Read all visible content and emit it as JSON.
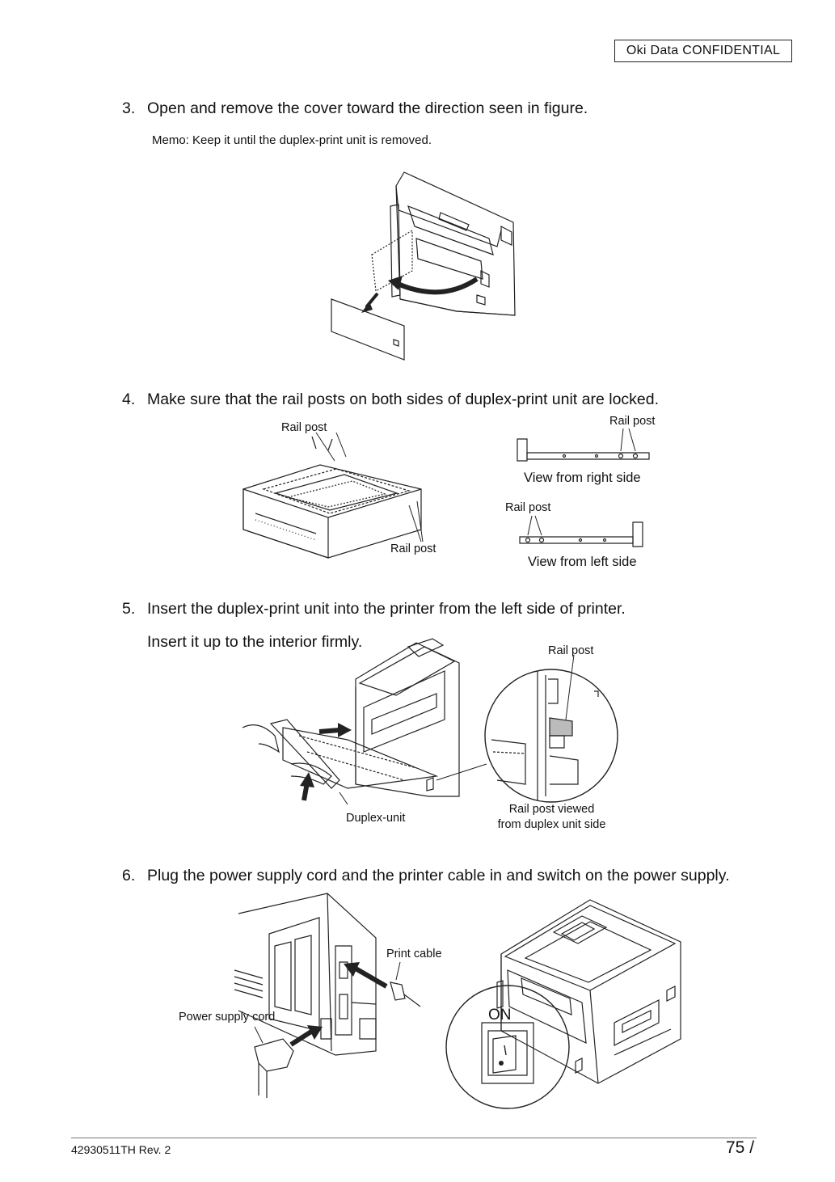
{
  "header": {
    "confidential": "Oki  Data  CONFIDENTIAL"
  },
  "steps": [
    {
      "number": "3.",
      "text": "Open and remove the cover toward the direction seen in figure.",
      "memo": "Memo:  Keep it until the duplex-print unit is removed."
    },
    {
      "number": "4.",
      "text": "Make sure that the rail posts on both sides of duplex-print unit are locked."
    },
    {
      "number": "5.",
      "text": "Insert the duplex-print unit into the printer from the left side of printer.",
      "text2": "Insert it up to the interior firmly."
    },
    {
      "number": "6.",
      "text": "Plug the power supply cord and the printer cable in and switch on the power supply."
    }
  ],
  "figure4": {
    "rail_post_top": "Rail post",
    "rail_post_bottom": "Rail post",
    "rail_post_right": "Rail post",
    "view_right": "View from right side",
    "rail_post_left": "Rail post",
    "view_left": "View from left side"
  },
  "figure5": {
    "rail_post": "Rail post",
    "duplex_unit": "Duplex-unit",
    "rail_post_viewed": "Rail post viewed",
    "from_duplex": "from duplex unit side"
  },
  "figure6": {
    "print_cable": "Print cable",
    "power_cord": "Power supply cord",
    "on": "ON"
  },
  "footer": {
    "doc_number": "42930511TH  Rev. 2",
    "page": "75 /"
  }
}
